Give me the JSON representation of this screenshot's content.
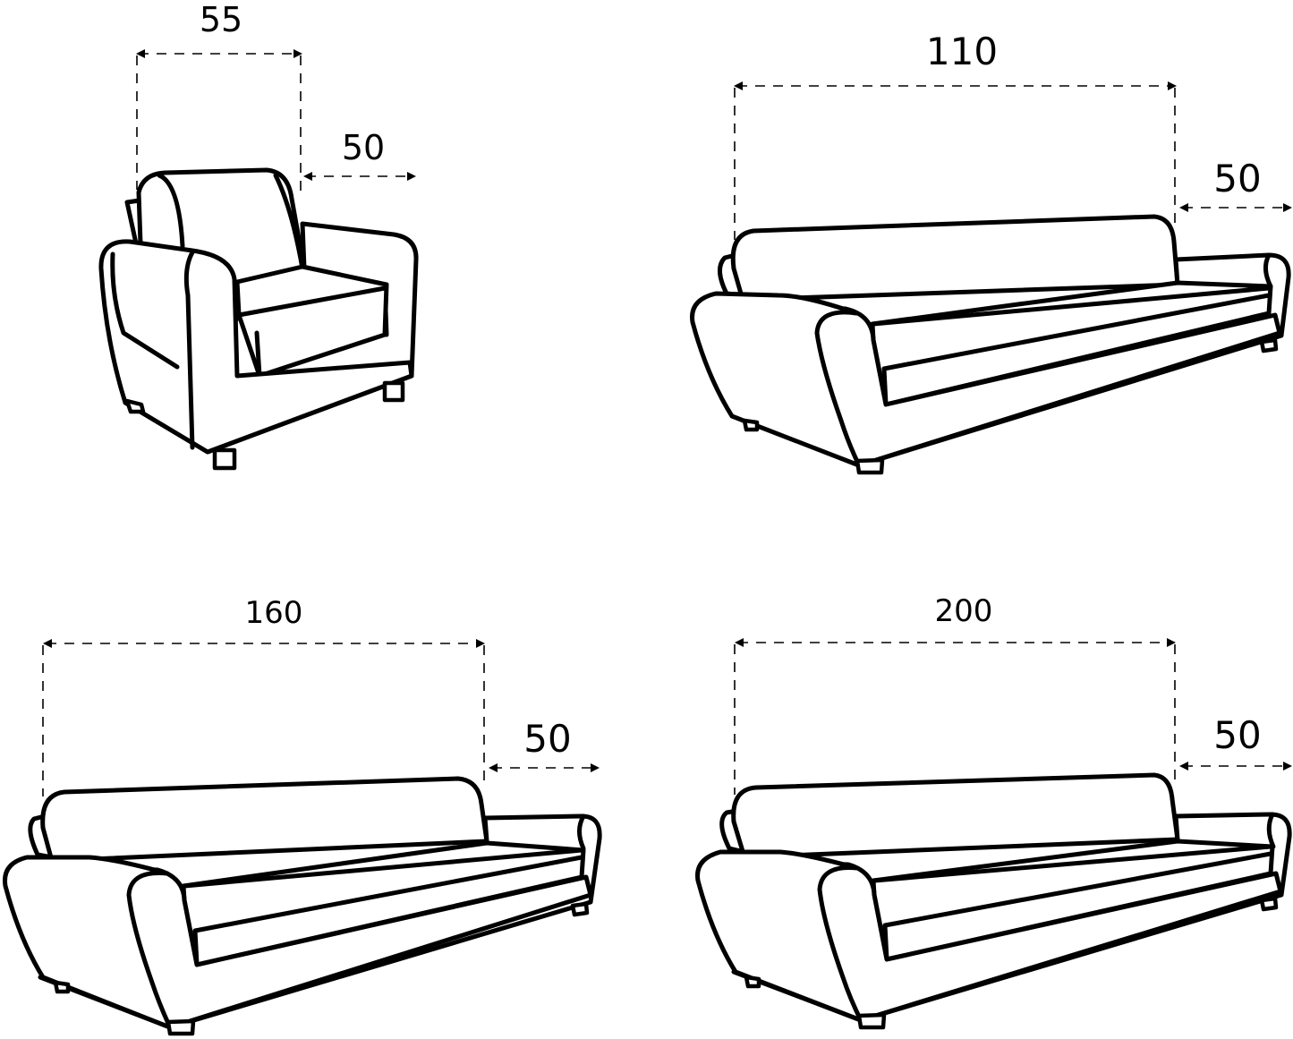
{
  "figures": [
    {
      "name": "armchair",
      "width_label": "55",
      "depth_label": "50"
    },
    {
      "name": "sofa-2-seat",
      "width_label": "110",
      "depth_label": "50"
    },
    {
      "name": "sofa-3-seat",
      "width_label": "160",
      "depth_label": "50"
    },
    {
      "name": "sofa-4-seat",
      "width_label": "200",
      "depth_label": "50"
    }
  ],
  "colors": {
    "ink": "#000000",
    "background": "#ffffff"
  }
}
